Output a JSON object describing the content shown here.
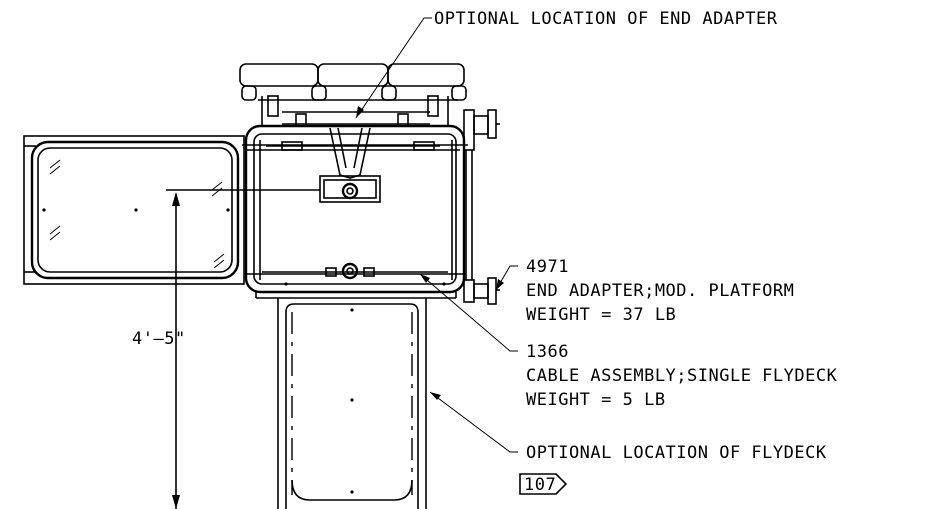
{
  "callouts": {
    "end_adapter_location": "OPTIONAL LOCATION OF END ADAPTER",
    "part_4971": {
      "number": "4971",
      "description": "END ADAPTER;MOD. PLATFORM",
      "weight": "WEIGHT = 37 LB"
    },
    "part_1366": {
      "number": "1366",
      "description": "CABLE ASSEMBLY;SINGLE FLYDECK",
      "weight": "WEIGHT = 5 LB"
    },
    "flydeck_location": "OPTIONAL LOCATION OF FLYDECK"
  },
  "dimension": {
    "height": "4'–5\""
  },
  "note_tag": "107"
}
